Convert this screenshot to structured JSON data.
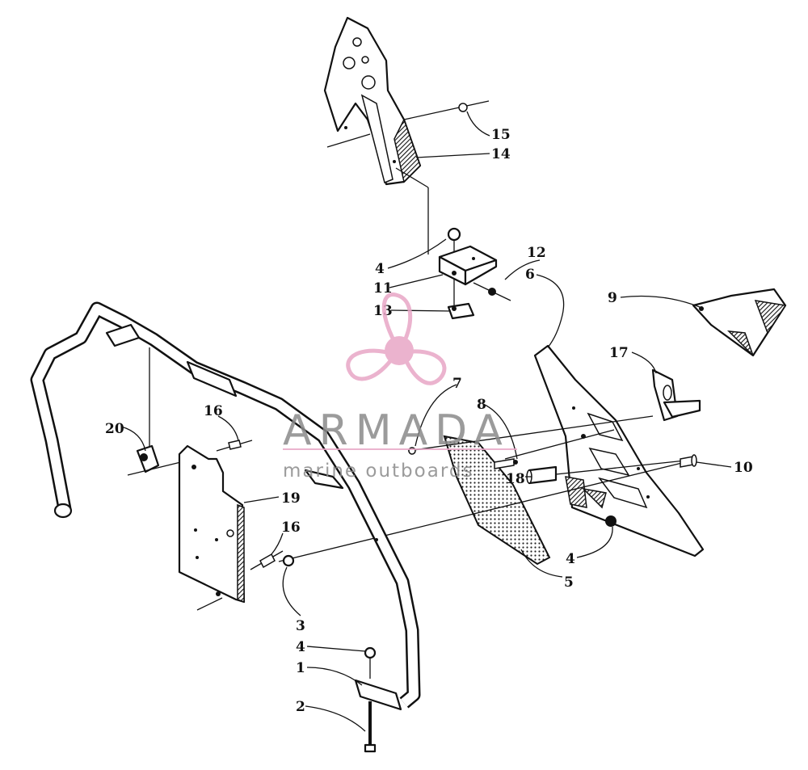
{
  "watermark": {
    "brand": "ARMADA",
    "tagline": "marine outboards",
    "accent_color": "#e8a6c6",
    "text_color": "#8a8a8a",
    "icon": "propeller-logo"
  },
  "callouts": {
    "c1": "1",
    "c2": "2",
    "c3": "3",
    "c4a": "4",
    "c4b": "4",
    "c4c": "4",
    "c5": "5",
    "c6": "6",
    "c7": "7",
    "c8": "8",
    "c9": "9",
    "c10": "10",
    "c11": "11",
    "c12": "12",
    "c13": "13",
    "c14": "14",
    "c15": "15",
    "c16a": "16",
    "c16b": "16",
    "c17": "17",
    "c18": "18",
    "c19": "19",
    "c20": "20"
  }
}
